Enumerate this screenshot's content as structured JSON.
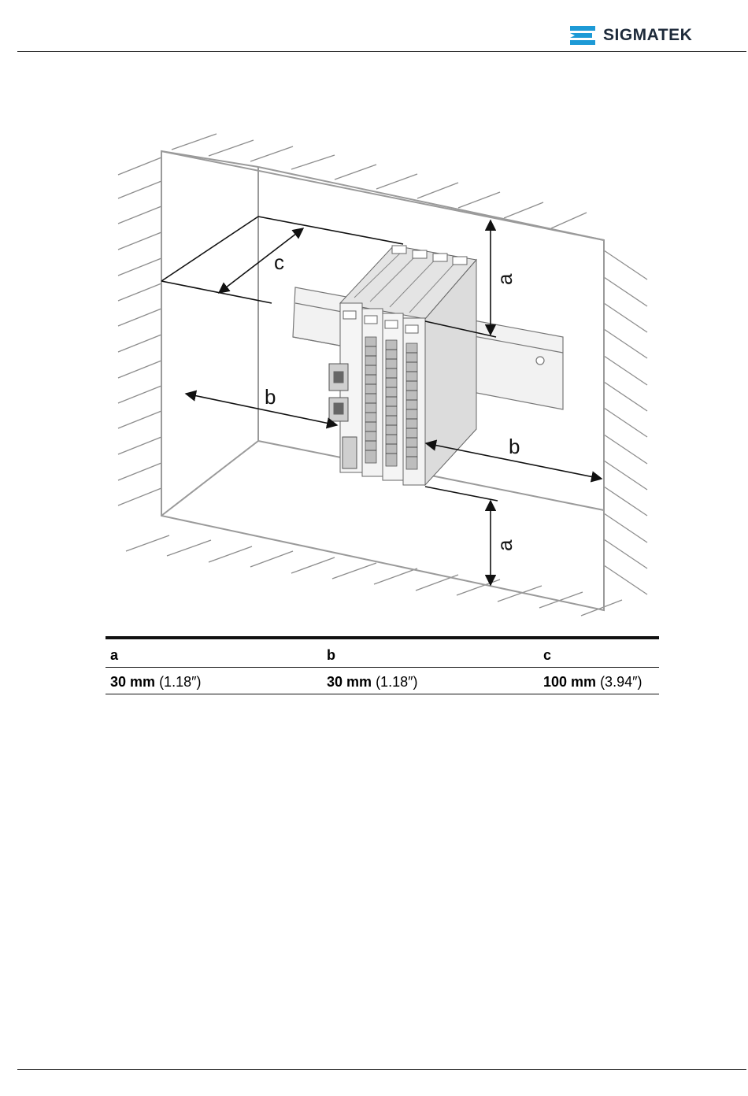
{
  "header": {
    "brand": "SIGMATEK"
  },
  "figure": {
    "labels": {
      "a_top": "a",
      "a_bottom": "a",
      "b_left": "b",
      "b_right": "b",
      "c": "c"
    }
  },
  "dimensions_table": {
    "headers": [
      "a",
      "b",
      "c"
    ],
    "values": [
      {
        "metric": "30 mm",
        "imperial": "(1.18″)"
      },
      {
        "metric": "30 mm",
        "imperial": "(1.18″)"
      },
      {
        "metric": "100 mm",
        "imperial": "(3.94″)"
      }
    ]
  },
  "colors": {
    "brand_blue": "#1d9ad6",
    "text": "#111111",
    "wall_line": "#9a9a9a"
  }
}
